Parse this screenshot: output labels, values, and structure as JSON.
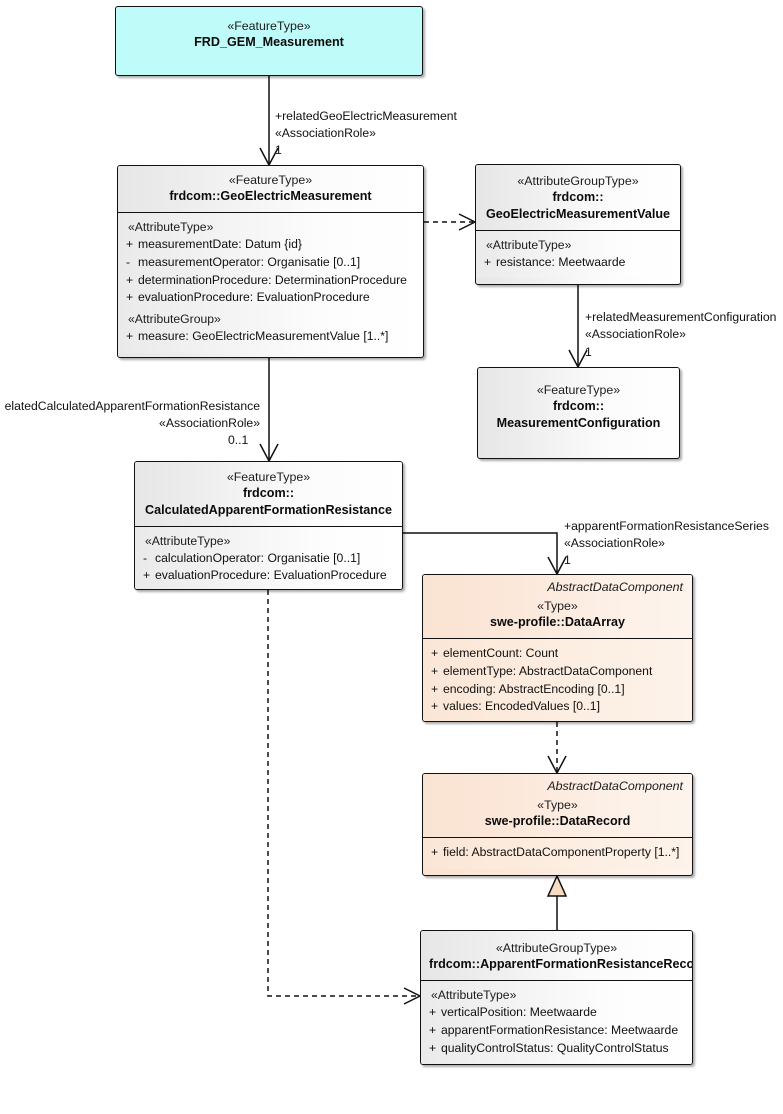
{
  "diagram": {
    "type": "uml-class-diagram",
    "colors": {
      "featuretype_cyan": "#bffbf8",
      "featuretype_gray": "#ededed",
      "swe_type_peach": "#fbe6d6",
      "line": "#111111"
    }
  },
  "classes": {
    "frd_gem_measurement": {
      "stereotype": "«FeatureType»",
      "name": "FRD_GEM_Measurement"
    },
    "geoelectric_measurement": {
      "stereotype": "«FeatureType»",
      "name": "frdcom::GeoElectricMeasurement",
      "groups": [
        {
          "label": "«AttributeType»",
          "attributes": [
            {
              "visibility": "+",
              "text": "measurementDate: Datum {id}"
            },
            {
              "visibility": "-",
              "text": "measurementOperator: Organisatie [0..1]"
            },
            {
              "visibility": "+",
              "text": "determinationProcedure: DeterminationProcedure"
            },
            {
              "visibility": "+",
              "text": "evaluationProcedure: EvaluationProcedure"
            }
          ]
        },
        {
          "label": "«AttributeGroup»",
          "attributes": [
            {
              "visibility": "+",
              "text": "measure: GeoElectricMeasurementValue [1..*]"
            }
          ]
        }
      ]
    },
    "geoelectric_measurement_value": {
      "stereotype": "«AttributeGroupType»",
      "name_line1": "frdcom::",
      "name_line2": "GeoElectricMeasurementValue",
      "groups": [
        {
          "label": "«AttributeType»",
          "attributes": [
            {
              "visibility": "+",
              "text": "resistance: Meetwaarde"
            }
          ]
        }
      ]
    },
    "measurement_configuration": {
      "stereotype": "«FeatureType»",
      "name_line1": "frdcom::",
      "name_line2": "MeasurementConfiguration"
    },
    "calculated_apparent_formation_resistance": {
      "stereotype": "«FeatureType»",
      "name_line1": "frdcom::",
      "name_line2": "CalculatedApparentFormationResistance",
      "groups": [
        {
          "label": "«AttributeType»",
          "attributes": [
            {
              "visibility": "-",
              "text": "calculationOperator: Organisatie [0..1]"
            },
            {
              "visibility": "+",
              "text": "evaluationProcedure: EvaluationProcedure"
            }
          ]
        }
      ]
    },
    "data_array": {
      "abstract_tag": "AbstractDataComponent",
      "stereotype": "«Type»",
      "name": "swe-profile::DataArray",
      "groups": [
        {
          "label": "",
          "attributes": [
            {
              "visibility": "+",
              "text": "elementCount: Count"
            },
            {
              "visibility": "+",
              "text": "elementType: AbstractDataComponent"
            },
            {
              "visibility": "+",
              "text": "encoding: AbstractEncoding [0..1]"
            },
            {
              "visibility": "+",
              "text": "values: EncodedValues [0..1]"
            }
          ]
        }
      ]
    },
    "data_record": {
      "abstract_tag": "AbstractDataComponent",
      "stereotype": "«Type»",
      "name": "swe-profile::DataRecord",
      "groups": [
        {
          "label": "",
          "attributes": [
            {
              "visibility": "+",
              "text": "field: AbstractDataComponentProperty [1..*]"
            }
          ]
        }
      ]
    },
    "apparent_formation_resistance_record": {
      "stereotype": "«AttributeGroupType»",
      "name": "frdcom::ApparentFormationResistanceRecord",
      "groups": [
        {
          "label": "«AttributeType»",
          "attributes": [
            {
              "visibility": "+",
              "text": "verticalPosition: Meetwaarde"
            },
            {
              "visibility": "+",
              "text": "apparentFormationResistance: Meetwaarde"
            },
            {
              "visibility": "+",
              "text": "qualityControlStatus: QualityControlStatus"
            }
          ]
        }
      ]
    }
  },
  "connectors": {
    "related_geoelectric_measurement": {
      "role": "+relatedGeoElectricMeasurement",
      "stereotype": "«AssociationRole»",
      "multiplicity": "1"
    },
    "related_measurement_configuration": {
      "role": "+relatedMeasurementConfiguration",
      "stereotype": "«AssociationRole»",
      "multiplicity": "1"
    },
    "related_calculated_apparent_formation_resistance": {
      "role": "elatedCalculatedApparentFormationResistance",
      "stereotype": "«AssociationRole»",
      "multiplicity": "0..1"
    },
    "apparent_formation_resistance_series": {
      "role": "+apparentFormationResistanceSeries",
      "stereotype": "«AssociationRole»",
      "multiplicity": "1"
    }
  }
}
